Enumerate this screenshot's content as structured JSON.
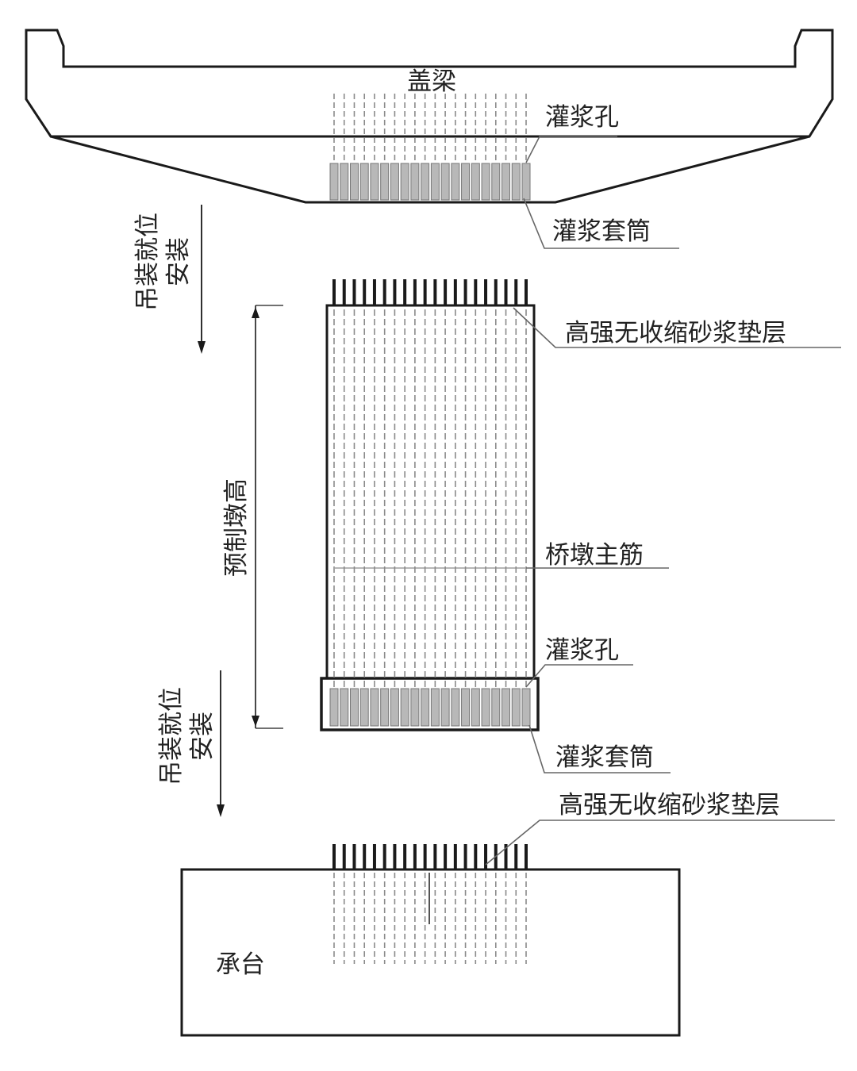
{
  "labels": {
    "cap_beam": "盖梁",
    "grout_hole_top": "灌浆孔",
    "grout_sleeve_top": "灌浆套筒",
    "mortar_layer_top": "高强无收缩砂浆垫层",
    "pier_main_rebar": "桥墩主筋",
    "grout_hole_bottom": "灌浆孔",
    "grout_sleeve_bottom": "灌浆套筒",
    "mortar_layer_bottom": "高强无收缩砂浆垫层",
    "pile_cap": "承台",
    "prefab_pier_height": "预制墩高",
    "lift_install_top": [
      "吊装就位",
      "安装"
    ],
    "lift_install_bottom": [
      "吊装就位",
      "安装"
    ]
  },
  "colors": {
    "line": "#1a1a1a",
    "dashed_rebar": "#8a8a8a",
    "leader": "#666666",
    "sleeve_fill": "#b8b8b8",
    "background": "#ffffff"
  }
}
